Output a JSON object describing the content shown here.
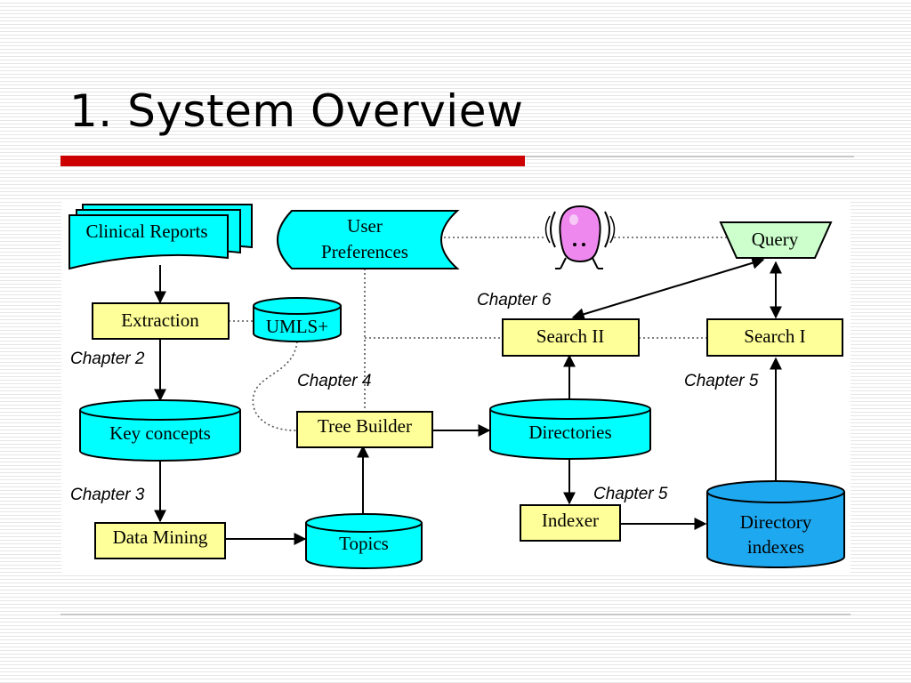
{
  "slide": {
    "title": "1. System Overview"
  },
  "diagram": {
    "nodes": {
      "clinical_reports": "Clinical Reports",
      "user_preferences_line1": "User",
      "user_preferences_line2": "Preferences",
      "query": "Query",
      "extraction": "Extraction",
      "umls": "UMLS+",
      "search_ii": "Search II",
      "search_i": "Search I",
      "key_concepts": "Key concepts",
      "tree_builder": "Tree Builder",
      "directories": "Directories",
      "data_mining": "Data Mining",
      "topics": "Topics",
      "indexer": "Indexer",
      "directory_indexes_line1": "Directory",
      "directory_indexes_line2": "indexes"
    },
    "chapters": {
      "chapter_2": "Chapter 2",
      "chapter_3": "Chapter 3",
      "chapter_4": "Chapter 4",
      "chapter_5_indexer": "Chapter 5",
      "chapter_5_search": "Chapter 5",
      "chapter_6": "Chapter 6"
    },
    "colors": {
      "process_fill": "#ffff99",
      "store_fill": "#00ffff",
      "highlight_store_fill": "#1ea8f0",
      "query_fill": "#ccffcc",
      "user_figure_fill": "#ee88ee"
    },
    "icons": {
      "user_figure": "user-figure-icon"
    }
  }
}
